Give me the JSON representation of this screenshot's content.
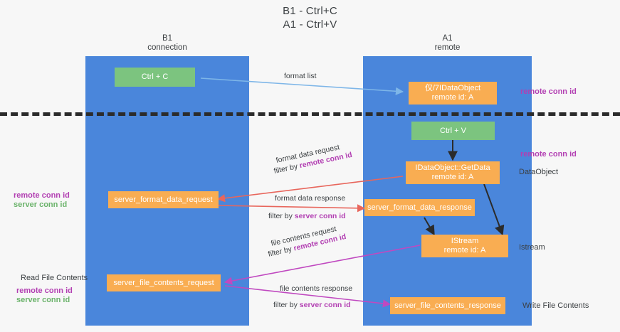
{
  "title": {
    "line1": "B1 - Ctrl+C",
    "line2": "A1 - Ctrl+V"
  },
  "columns": {
    "left": {
      "name": "B1",
      "role": "connection"
    },
    "right": {
      "name": "A1",
      "role": "remote"
    }
  },
  "colors": {
    "lane": "#4a86db",
    "green_box": "#7cc47f",
    "orange_box": "#f9ad52",
    "remote_conn_id": "#b23fb2",
    "server_conn_id": "#6bb36b",
    "format_list_arrow": "#7eb6e8",
    "format_data_arrow": "#e8665c",
    "file_contents_arrow": "#c049c0",
    "black_arrow": "#2b2b2b",
    "dashed_divider": "#2b2b2b",
    "background": "#f7f7f7"
  },
  "boxes": {
    "ctrl_c": "Ctrl + C",
    "idataobject_remote": {
      "line1": "仅/7IDataObject",
      "line2": "remote id: A"
    },
    "ctrl_v": "Ctrl + V",
    "getdata": {
      "line1": "IDataObject::GetData",
      "line2": "remote id: A"
    },
    "server_format_data_request": "server_format_data_request",
    "server_format_data_response": "server_format_data_response",
    "istream": {
      "line1": "IStream",
      "line2": "remote id: A"
    },
    "server_file_contents_request": "server_file_contents_request",
    "server_file_contents_response": "server_file_contents_response"
  },
  "edges": {
    "format_list": "format list",
    "format_data_request": "format data request",
    "format_data_request_filter_prefix": "filter by ",
    "format_data_request_filter_key": "remote conn id",
    "format_data_response": "format data response",
    "format_data_response_filter_prefix": "filter by ",
    "format_data_response_filter_key": "server conn id",
    "file_contents_request": "file contents request",
    "file_contents_request_filter_prefix": "filter by ",
    "file_contents_request_filter_key": "remote conn id",
    "file_contents_response": "file contents response",
    "file_contents_response_filter_prefix": "filter by ",
    "file_contents_response_filter_key": "server conn id"
  },
  "annotations": {
    "right_top_remote_conn_id": "remote conn id",
    "right_mid_remote_conn_id": "remote conn id",
    "right_dataobject": "DataObject",
    "right_istream": "Istream",
    "right_write_file_contents": "Write File Contents",
    "left_remote_conn_id": "remote conn id",
    "left_server_conn_id": "server conn id",
    "left_read_file_contents": "Read File Contents",
    "left_bottom_remote_conn_id": "remote conn id",
    "left_bottom_server_conn_id": "server conn id"
  }
}
